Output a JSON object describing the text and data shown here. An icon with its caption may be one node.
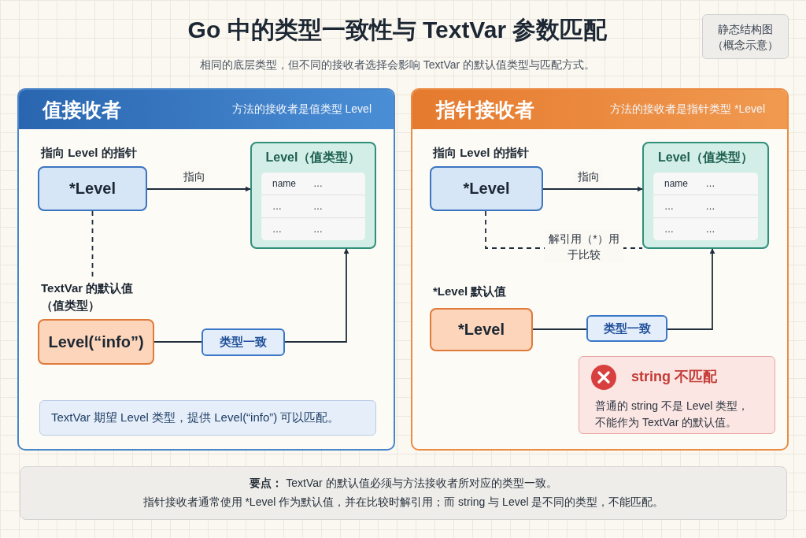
{
  "diagram": {
    "title": "Go 中的类型一致性与 TextVar 参数匹配",
    "nodes": [
      {
        "text": [
          "值接收者",
          "方法的接收者是值类型 Level"
        ]
      },
      {
        "text": [
          "指向 Level 的指针",
          "*Level"
        ],
        "in": 0
      },
      {
        "text": [
          "Level（值类型）",
          "name",
          "…",
          "…",
          "…",
          "…",
          "…"
        ],
        "in": 0
      },
      {
        "text": [
          "TextVar 的默认值（值类型）",
          "Level(“info”)"
        ],
        "in": 0
      },
      {
        "text": [
          "类型一致"
        ],
        "in": 0
      },
      {
        "text": [
          "TextVar 期望 Level 类型，提供 Level(“info”) 可以匹配。"
        ],
        "in": 0
      },
      {
        "text": [
          "指针接收者",
          "方法的接收者是指针类型 *Level"
        ]
      },
      {
        "text": [
          "指向 Level 的指针",
          "*Level"
        ],
        "in": 6
      },
      {
        "text": [
          "Level（值类型）",
          "name",
          "…",
          "…",
          "…",
          "…",
          "…"
        ],
        "in": 6
      },
      {
        "text": [
          "*Level 默认值",
          "*Level"
        ],
        "in": 6
      },
      {
        "text": [
          "类型一致"
        ],
        "in": 6
      },
      {
        "text": [
          "string 不匹配",
          "普通的 string 不是 Level 类型，不能作为 TextVar 的默认值。"
        ],
        "in": 6
      },
      {
        "text": [
          "**要点：** TextVar 的默认值必须与方法接收者所对应的类型一致。",
          "指针接收者通常使用 *Level 作为默认值，并在比较时解引用；而 string 与 Level 是不同的类型，不能匹配。"
        ]
      },
      {
        "text": [
          "静态结构图（概念示意）"
        ]
      }
    ],
    "edges": [
      {
        "from": 1,
        "to": 2,
        "arrow": "to",
        "label": "指向"
      },
      {
        "from": 1,
        "to": 3,
        "arrow": "none",
        "style": "dashed"
      },
      {
        "from": 3,
        "to": 4,
        "arrow": "none"
      },
      {
        "from": 4,
        "to": 2,
        "arrow": "to"
      },
      {
        "from": 7,
        "to": 8,
        "arrow": "to",
        "label": "指向"
      },
      {
        "from": 7,
        "to": 8,
        "arrow": "none",
        "style": "dashed",
        "label": "解引用（*）用于比较"
      },
      {
        "from": 9,
        "to": 10,
        "arrow": "none"
      },
      {
        "from": 10,
        "to": 8,
        "arrow": "to"
      }
    ],
    "labels": [
      "相同的底层类型，但不同的接收者选择会影响 TextVar 的默认值类型与匹配方式。"
    ]
  }
}
